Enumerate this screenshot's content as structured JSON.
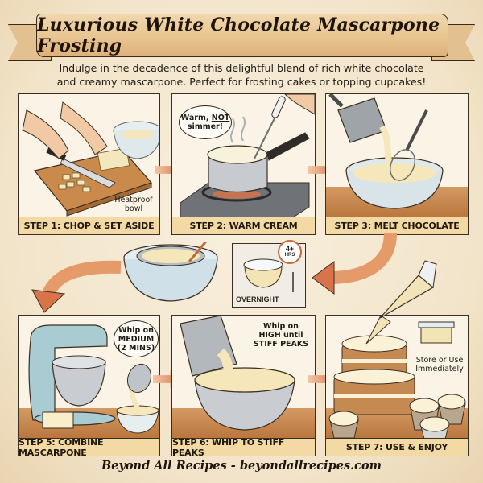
{
  "header": {
    "title": "Luxurious White Chocolate Mascarpone Frosting",
    "subtitle": "Indulge in the decadence of this delightful blend of rich white chocolate and creamy mascarpone. Perfect for frosting cakes or topping cupcakes!"
  },
  "steps": [
    {
      "label": "STEP 1: CHOP & SET ASIDE",
      "note": "Heatproof bowl"
    },
    {
      "label": "STEP 2: WARM CREAM",
      "bubble_line1": "Warm, ",
      "bubble_emph": "NOT",
      "bubble_line2": "simmer!"
    },
    {
      "label": "STEP 3: MELT CHOCOLATE"
    },
    {
      "fridge_label": "OVERNIGHT",
      "timer_top": "4+",
      "timer_bottom": "HRS"
    },
    {
      "label": "STEP 5: COMBINE MASCARPONE",
      "bubble_line1": "Whip on",
      "bubble_line2": "MEDIUM",
      "bubble_line3": "(2 MINS)"
    },
    {
      "label": "STEP 6: WHIP TO STIFF PEAKS",
      "note_line1": "Whip on",
      "note_line2": "HIGH until",
      "note_line3": "STIFF PEAKS"
    },
    {
      "label": "STEP 7: USE & ENJOY",
      "note_line1": "Store or Use",
      "note_line2": "Immediately"
    }
  ],
  "footer": {
    "text": "Beyond All Recipes - beyondallrecipes.com"
  },
  "colors": {
    "background": "#f5e9d2",
    "ribbon": "#e8c591",
    "label_bar": "#f3d9a3",
    "arrow": "#d9744a",
    "outline": "#3b2e22"
  }
}
